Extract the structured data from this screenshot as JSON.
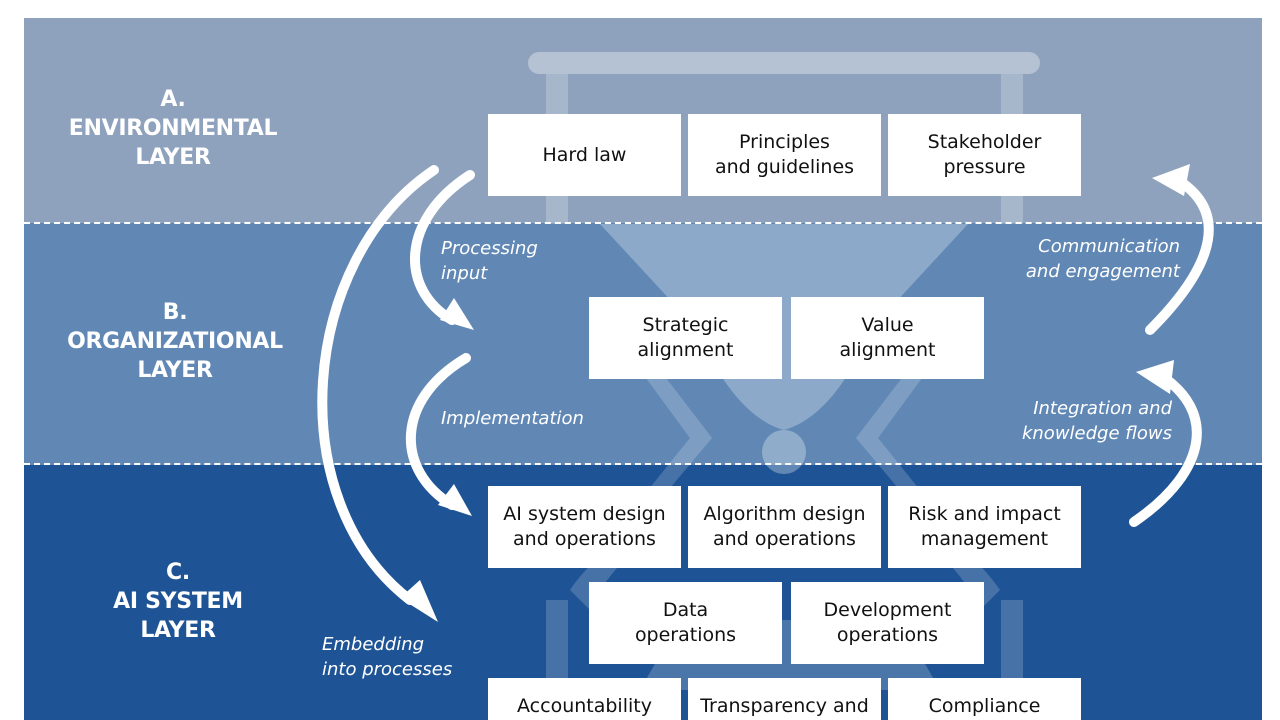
{
  "colors": {
    "environmental_bg": "#8ea2bd",
    "organizational_bg": "#6188b5",
    "ai_system_bg": "#1e5495",
    "box_bg": "#ffffff",
    "divider": "#ffffff",
    "hourglass": "#ffffff"
  },
  "layers": {
    "a": {
      "title": "A.\nENVIRONMENTAL\nLAYER"
    },
    "b": {
      "title": "B.\nORGANIZATIONAL\nLAYER"
    },
    "c": {
      "title": "C.\nAI SYSTEM\nLAYER"
    }
  },
  "boxes": {
    "hard_law": "Hard law",
    "principles": "Principles\nand guidelines",
    "stakeholder": "Stakeholder\npressure",
    "strategic": "Strategic\nalignment",
    "value": "Value\nalignment",
    "ai_system_design": "AI system design\nand operations",
    "algorithm_design": "Algorithm design\nand operations",
    "risk_impact": "Risk and impact\nmanagement",
    "data_ops": "Data\noperations",
    "dev_ops": "Development\noperations",
    "accountability": "Accountability",
    "transparency": "Transparency and",
    "compliance": "Compliance"
  },
  "flows": {
    "processing_input": "Processing\ninput",
    "implementation": "Implementation",
    "embedding": "Embedding\ninto processes",
    "communication": "Communication\nand engagement",
    "integration": "Integration and\nknowledge flows"
  }
}
